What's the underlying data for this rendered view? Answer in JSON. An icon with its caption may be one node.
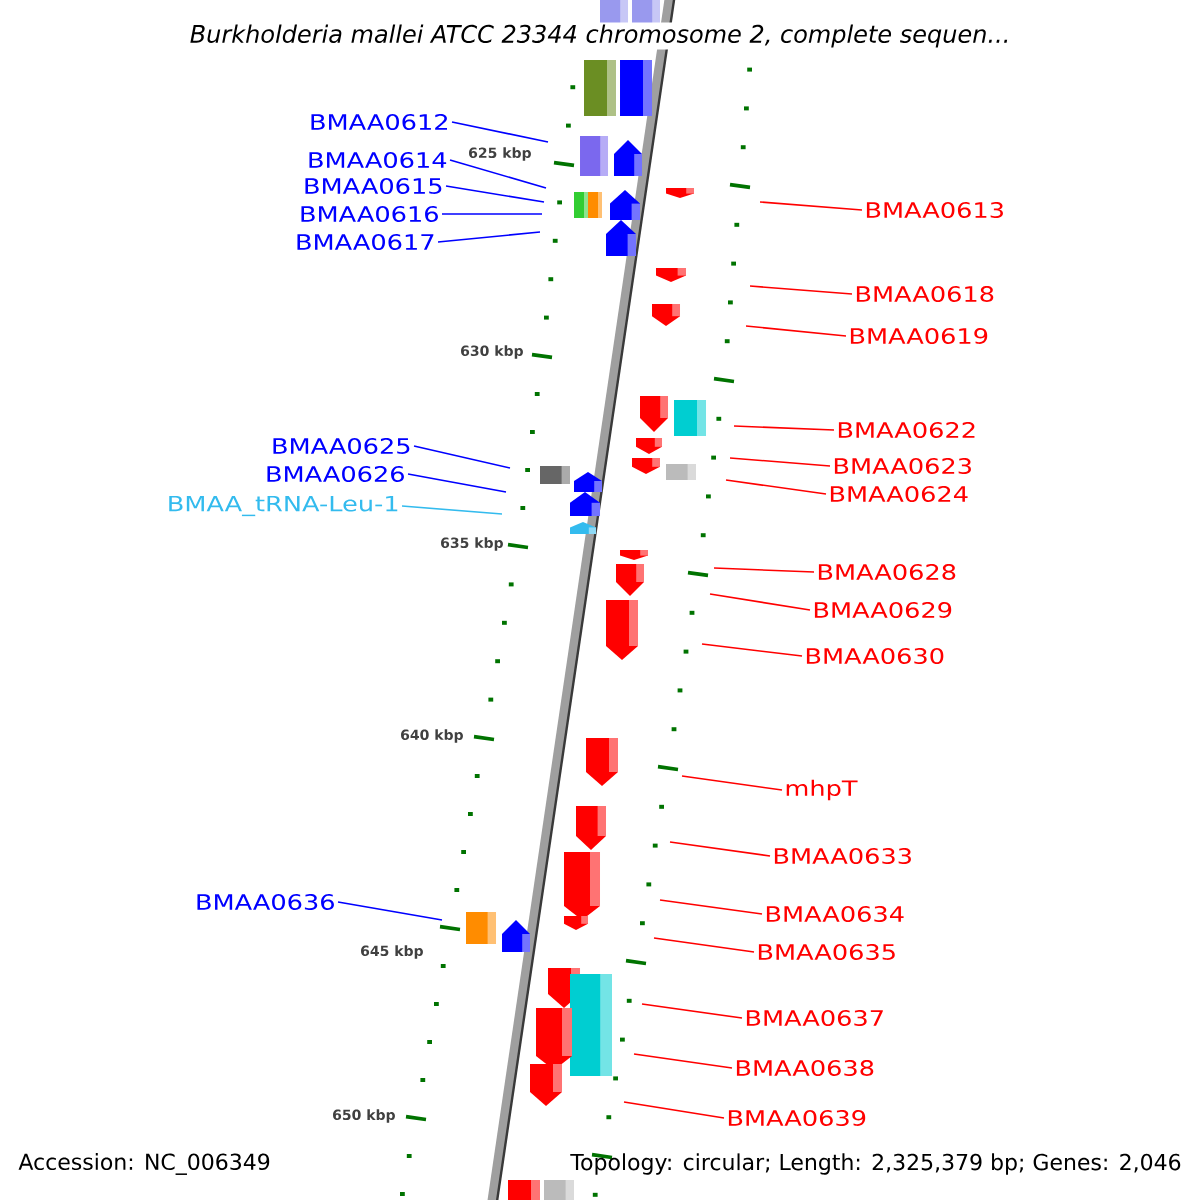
{
  "diagram": {
    "title": "Burkholderia mallei ATCC 23344 chromosome 2, complete sequen...",
    "nodes": [
      {
        "text": [
          "BMAA0612"
        ]
      },
      {
        "text": [
          "BMAA0614"
        ]
      },
      {
        "text": [
          "BMAA0615"
        ]
      },
      {
        "text": [
          "BMAA0616"
        ]
      },
      {
        "text": [
          "BMAA0617"
        ]
      },
      {
        "text": [
          "BMAA0625"
        ]
      },
      {
        "text": [
          "BMAA0626"
        ]
      },
      {
        "text": [
          "BMAA_tRNA-Leu-1"
        ]
      },
      {
        "text": [
          "BMAA0636"
        ]
      },
      {
        "text": [
          "BMAA0613"
        ]
      },
      {
        "text": [
          "BMAA0618"
        ]
      },
      {
        "text": [
          "BMAA0619"
        ]
      },
      {
        "text": [
          "BMAA0622"
        ]
      },
      {
        "text": [
          "BMAA0623"
        ]
      },
      {
        "text": [
          "BMAA0624"
        ]
      },
      {
        "text": [
          "BMAA0628"
        ]
      },
      {
        "text": [
          "BMAA0629"
        ]
      },
      {
        "text": [
          "BMAA0630"
        ]
      },
      {
        "text": [
          "mhpT"
        ]
      },
      {
        "text": [
          "BMAA0633"
        ]
      },
      {
        "text": [
          "BMAA0634"
        ]
      },
      {
        "text": [
          "BMAA0635"
        ]
      },
      {
        "text": [
          "BMAA0637"
        ]
      },
      {
        "text": [
          "BMAA0638"
        ]
      },
      {
        "text": [
          "BMAA0639"
        ]
      }
    ],
    "edges": [
      {
        "from": 0,
        "to": null,
        "arrow": "none",
        "color": "#0000ff"
      },
      {
        "from": 1,
        "to": null,
        "arrow": "none",
        "color": "#0000ff"
      },
      {
        "from": 2,
        "to": null,
        "arrow": "none",
        "color": "#0000ff"
      },
      {
        "from": 3,
        "to": null,
        "arrow": "none",
        "color": "#0000ff"
      },
      {
        "from": 4,
        "to": null,
        "arrow": "none",
        "color": "#0000ff"
      },
      {
        "from": 5,
        "to": null,
        "arrow": "none",
        "color": "#0000ff"
      },
      {
        "from": 6,
        "to": null,
        "arrow": "none",
        "color": "#0000ff"
      },
      {
        "from": 7,
        "to": null,
        "arrow": "none",
        "color": "#33bbee"
      },
      {
        "from": 8,
        "to": null,
        "arrow": "none",
        "color": "#0000ff"
      },
      {
        "from": 9,
        "to": null,
        "arrow": "none"
      },
      {
        "from": 10,
        "to": null,
        "arrow": "none"
      },
      {
        "from": 11,
        "to": null,
        "arrow": "none"
      },
      {
        "from": 12,
        "to": null,
        "arrow": "none"
      },
      {
        "from": 13,
        "to": null,
        "arrow": "none"
      },
      {
        "from": 14,
        "to": null,
        "arrow": "none"
      },
      {
        "from": 15,
        "to": null,
        "arrow": "none"
      },
      {
        "from": 16,
        "to": null,
        "arrow": "none"
      },
      {
        "from": 17,
        "to": null,
        "arrow": "none"
      },
      {
        "from": 18,
        "to": null,
        "arrow": "none"
      },
      {
        "from": 19,
        "to": null,
        "arrow": "none"
      },
      {
        "from": 20,
        "to": null,
        "arrow": "none"
      },
      {
        "from": 21,
        "to": null,
        "arrow": "none"
      },
      {
        "from": 22,
        "to": null,
        "arrow": "none"
      },
      {
        "from": 23,
        "to": null,
        "arrow": "none"
      },
      {
        "from": 24,
        "to": null,
        "arrow": "none"
      }
    ],
    "labels": [
      "625 kbp",
      "630 kbp",
      "635 kbp",
      "640 kbp",
      "645 kbp",
      "650 kbp",
      "Accession: NC_006349",
      "Topology: circular; Length: 2,325,379 bp; Genes: 2,046"
    ]
  }
}
